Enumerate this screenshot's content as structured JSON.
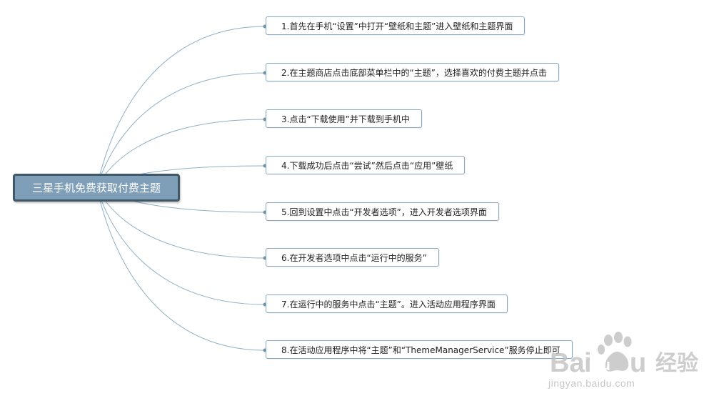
{
  "mindmap": {
    "root": "三星手机免费获取付费主题",
    "steps": [
      "1.首先在手机“设置”中打开“壁纸和主题”进入壁纸和主题界面",
      "2.在主题商店点击底部菜单栏中的“主题”，选择喜欢的付费主题并点击",
      "3.点击“下载使用”并下载到手机中",
      "4.下载成功后点击“尝试”然后点击“应用”壁纸",
      "5.回到设置中点击“开发者选项”，进入开发者选项界面",
      "6.在开发者选项中点击“运行中的服务”",
      "7.在运行中的服务中点击“主题”。进入活动应用程序界面",
      "8.在活动应用程序中将“主题”和“ThemeManagerService”服务停止即可"
    ]
  },
  "colors": {
    "root_fill": "#7e9fb7",
    "root_border": "#3f5766",
    "node_border": "#86a8c1",
    "link": "#8fb0c6",
    "link_dot": "#6f93ad"
  },
  "watermark": {
    "logo_text": "Baidu经验",
    "url": "jingyan.baidu.com"
  }
}
